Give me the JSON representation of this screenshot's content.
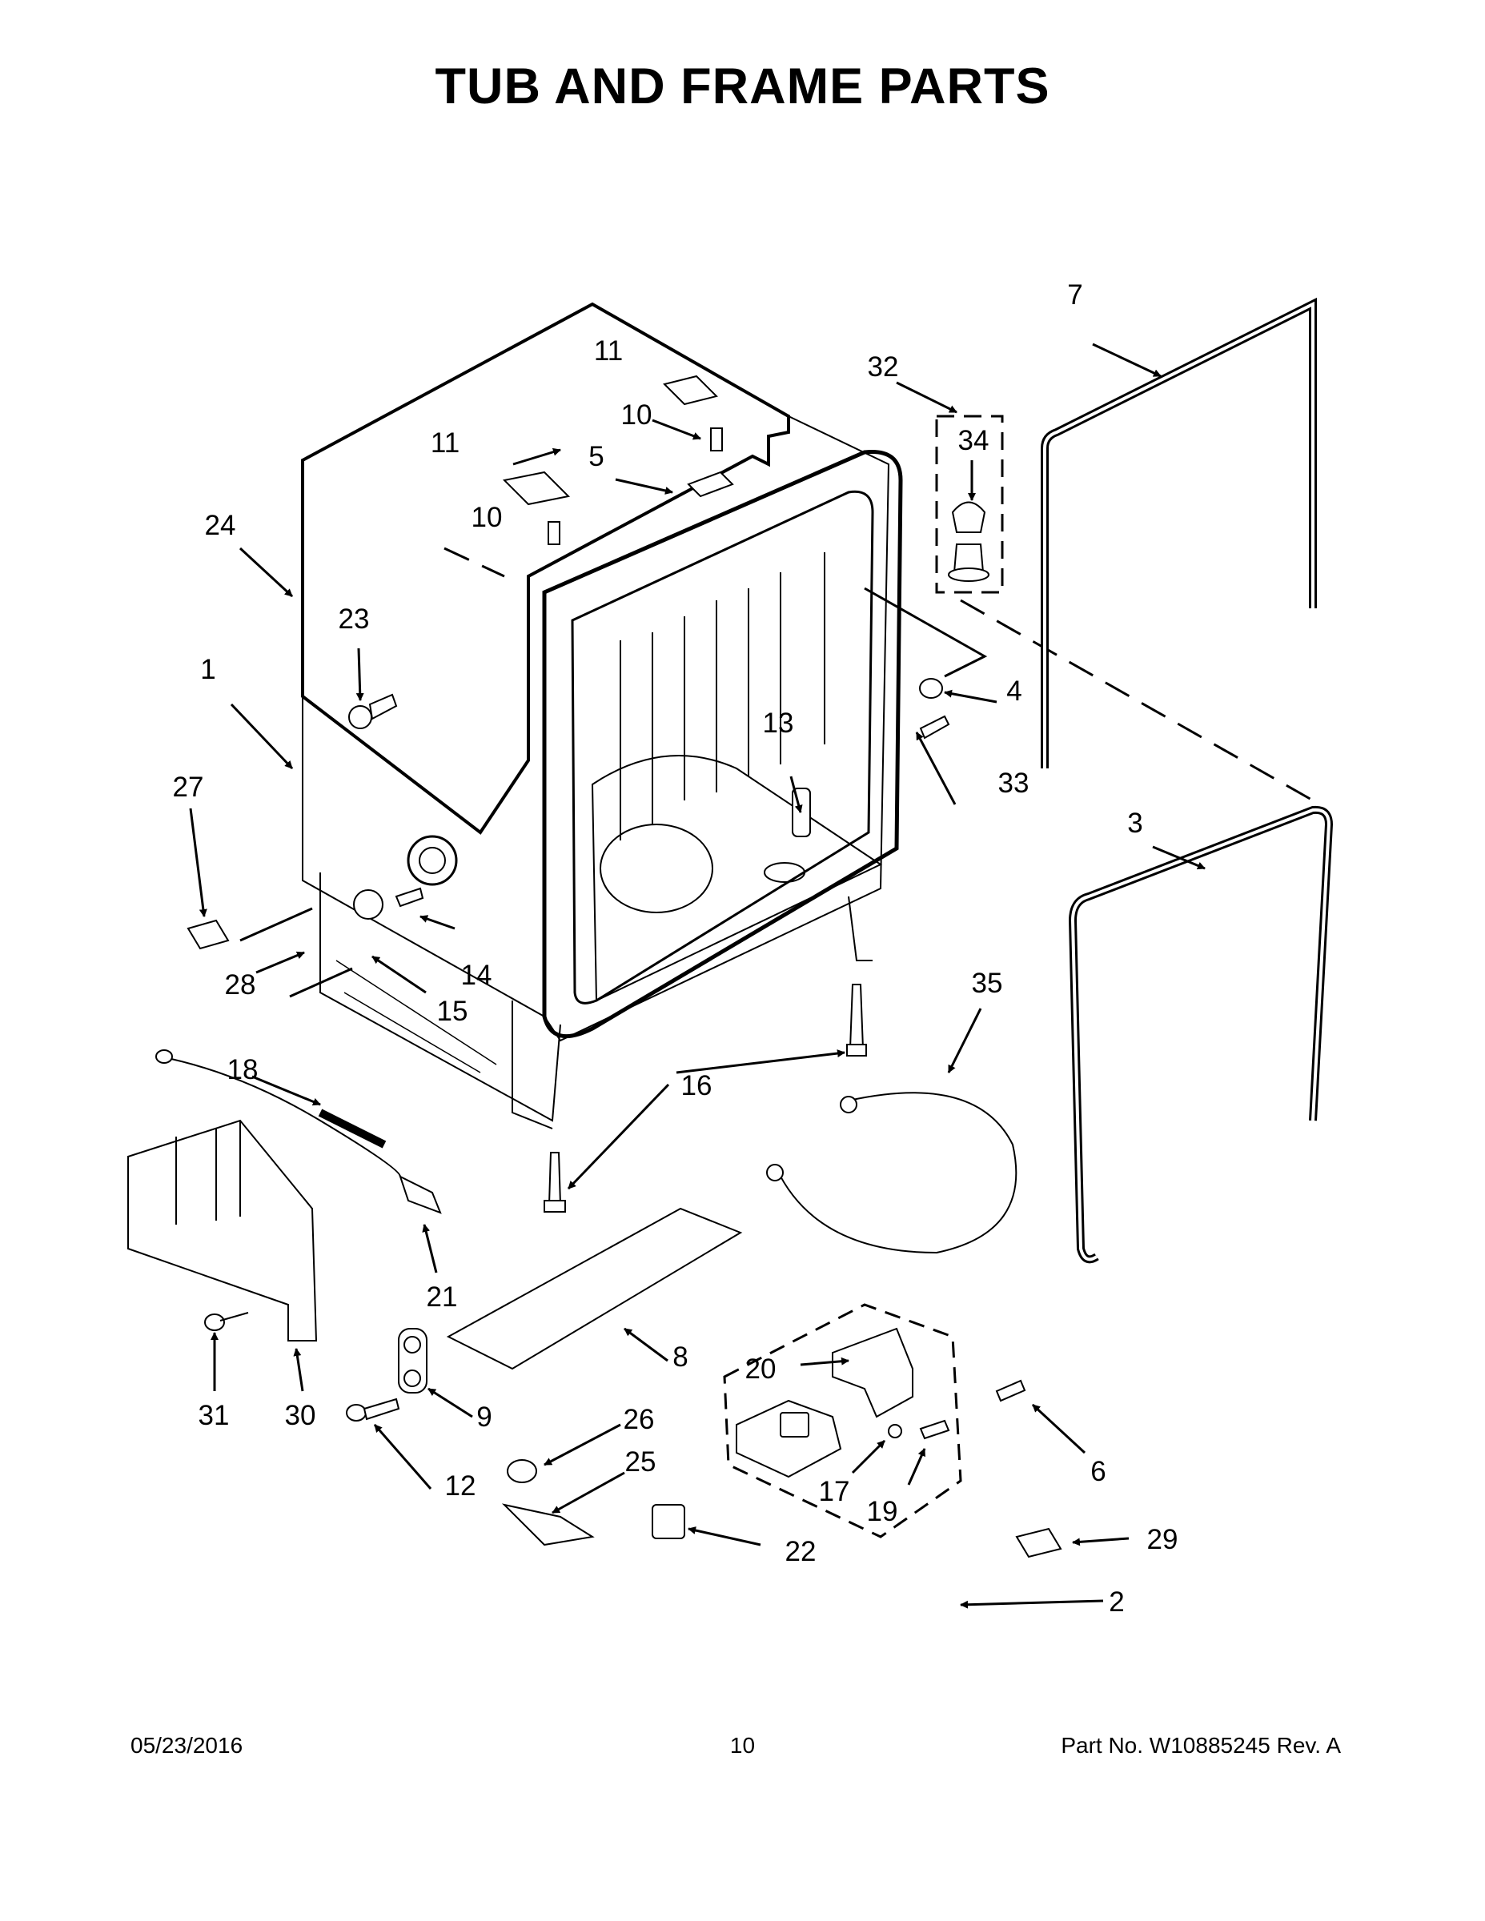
{
  "title": "TUB AND FRAME PARTS",
  "callouts": [
    {
      "id": "c1",
      "label": "1"
    },
    {
      "id": "c2",
      "label": "2"
    },
    {
      "id": "c3",
      "label": "3"
    },
    {
      "id": "c4",
      "label": "4"
    },
    {
      "id": "c5",
      "label": "5"
    },
    {
      "id": "c6",
      "label": "6"
    },
    {
      "id": "c7",
      "label": "7"
    },
    {
      "id": "c8",
      "label": "8"
    },
    {
      "id": "c9",
      "label": "9"
    },
    {
      "id": "c10a",
      "label": "10"
    },
    {
      "id": "c10b",
      "label": "10"
    },
    {
      "id": "c11a",
      "label": "11"
    },
    {
      "id": "c11b",
      "label": "11"
    },
    {
      "id": "c12",
      "label": "12"
    },
    {
      "id": "c13",
      "label": "13"
    },
    {
      "id": "c14",
      "label": "14"
    },
    {
      "id": "c15",
      "label": "15"
    },
    {
      "id": "c16",
      "label": "16"
    },
    {
      "id": "c17",
      "label": "17"
    },
    {
      "id": "c18",
      "label": "18"
    },
    {
      "id": "c19",
      "label": "19"
    },
    {
      "id": "c20",
      "label": "20"
    },
    {
      "id": "c21",
      "label": "21"
    },
    {
      "id": "c22",
      "label": "22"
    },
    {
      "id": "c23",
      "label": "23"
    },
    {
      "id": "c24",
      "label": "24"
    },
    {
      "id": "c25",
      "label": "25"
    },
    {
      "id": "c26",
      "label": "26"
    },
    {
      "id": "c27",
      "label": "27"
    },
    {
      "id": "c28",
      "label": "28"
    },
    {
      "id": "c29",
      "label": "29"
    },
    {
      "id": "c30",
      "label": "30"
    },
    {
      "id": "c31",
      "label": "31"
    },
    {
      "id": "c32",
      "label": "32"
    },
    {
      "id": "c33",
      "label": "33"
    },
    {
      "id": "c34",
      "label": "34"
    },
    {
      "id": "c35",
      "label": "35"
    }
  ],
  "footer": {
    "date": "05/23/2016",
    "page": "10",
    "part_no": "Part No.  W10885245  Rev.  A"
  }
}
